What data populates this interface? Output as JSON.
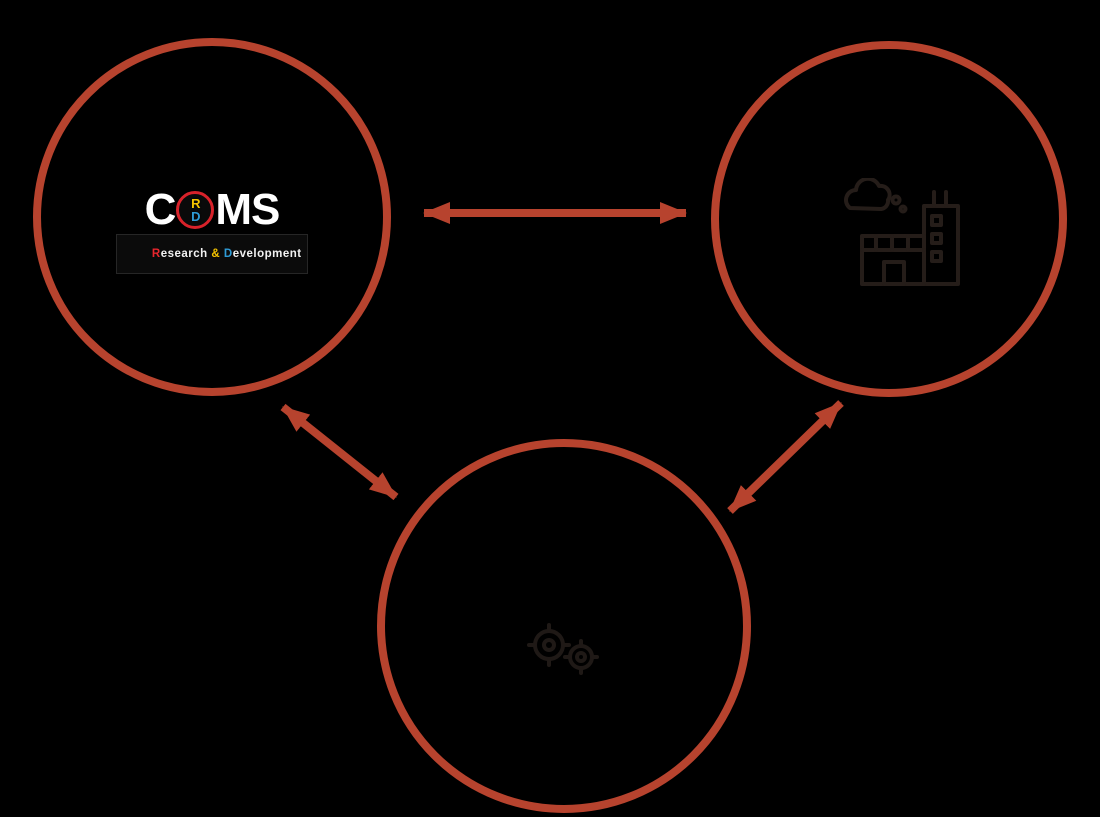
{
  "page": {
    "background": "#000000",
    "accent": "#b7432e"
  },
  "nodes": {
    "coms": {
      "logo": {
        "c": "C",
        "m": "M",
        "s": "S",
        "badge_r": "R",
        "badge_d": "D",
        "sub_r": "R",
        "sub_esearch": "esearch ",
        "sub_amp": "& ",
        "sub_d": "D",
        "sub_evelopment": "evelopment",
        "colors": {
          "letters": "#ffffff",
          "badge_ring": "#d8222a",
          "badge_r": "#f5c400",
          "badge_d": "#2e9bd6",
          "sub_r": "#e8262d",
          "sub_amp": "#f5c400",
          "sub_d": "#2e9bd6"
        }
      }
    },
    "factory": {
      "icon": "factory-with-smoke-icon"
    },
    "machines": {
      "icon": "gears-icon"
    }
  },
  "connections": [
    {
      "from": "coms",
      "to": "factory",
      "style": "double-arrow"
    },
    {
      "from": "coms",
      "to": "machines",
      "style": "double-arrow"
    },
    {
      "from": "factory",
      "to": "machines",
      "style": "double-arrow"
    }
  ]
}
